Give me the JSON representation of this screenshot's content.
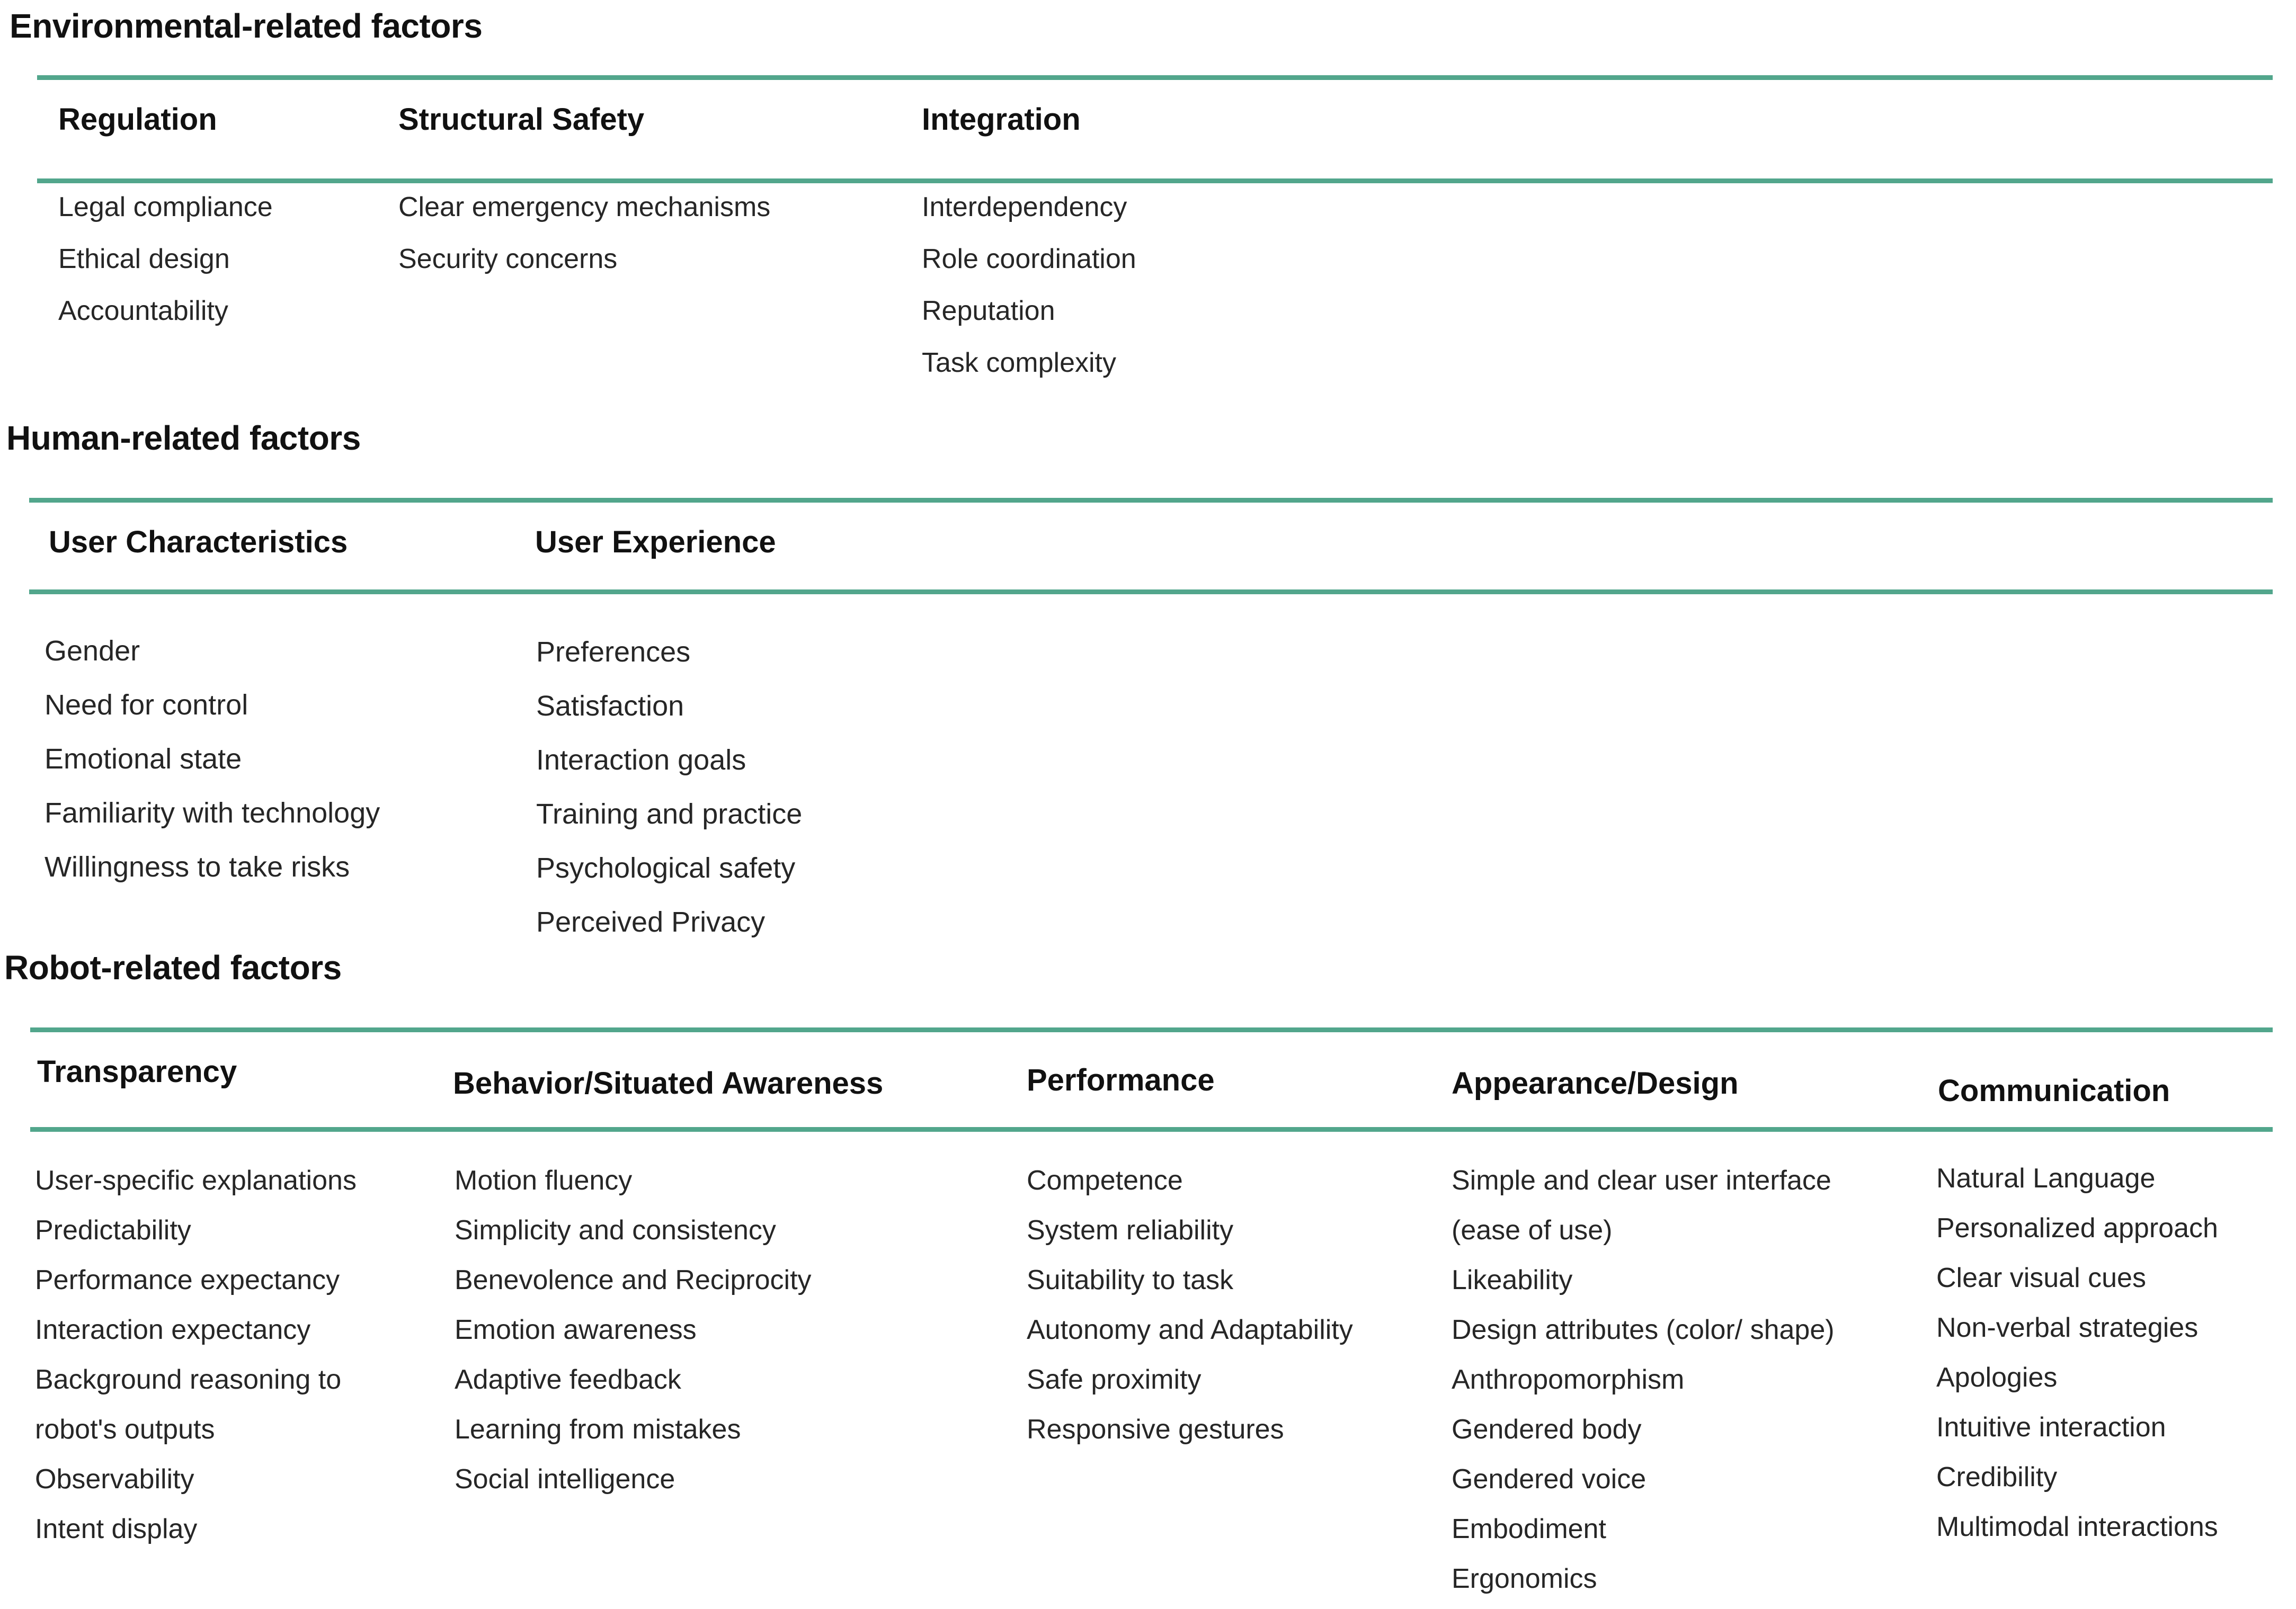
{
  "theme": {
    "accent_rule_color": "#52a68c",
    "text_color": "#262626",
    "heading_color": "#111111",
    "background": "#ffffff"
  },
  "sections": [
    {
      "id": "environmental",
      "title": "Environmental-related factors",
      "columns": [
        {
          "header": "Regulation",
          "items": [
            "Legal compliance",
            "Ethical design",
            "Accountability"
          ]
        },
        {
          "header": "Structural Safety",
          "items": [
            "Clear emergency mechanisms",
            "Security concerns"
          ]
        },
        {
          "header": "Integration",
          "items": [
            "Interdependency",
            "Role coordination",
            "Reputation",
            "Task complexity"
          ]
        }
      ]
    },
    {
      "id": "human",
      "title": "Human-related factors",
      "columns": [
        {
          "header": "User Characteristics",
          "items": [
            "Gender",
            "Need for control",
            "Emotional state",
            "Familiarity with technology",
            "Willingness to take risks"
          ]
        },
        {
          "header": "User Experience",
          "items": [
            "Preferences",
            "Satisfaction",
            "Interaction goals",
            "Training and practice",
            "Psychological safety",
            "Perceived Privacy"
          ]
        }
      ]
    },
    {
      "id": "robot",
      "title": "Robot-related factors",
      "columns": [
        {
          "header": "Transparency",
          "items": [
            "User-specific explanations",
            "Predictability",
            "Performance expectancy",
            "Interaction expectancy",
            "Background reasoning to\nrobot's outputs",
            "Observability",
            "Intent display"
          ]
        },
        {
          "header": "Behavior/Situated Awareness",
          "items": [
            "Motion fluency",
            "Simplicity and consistency",
            "Benevolence and Reciprocity",
            "Emotion awareness",
            "Adaptive feedback",
            "Learning from mistakes",
            "Social intelligence"
          ]
        },
        {
          "header": "Performance",
          "items": [
            "Competence",
            "System reliability",
            "Suitability to task",
            "Autonomy and Adaptability",
            "Safe proximity",
            "Responsive gestures"
          ]
        },
        {
          "header": "Appearance/Design",
          "items": [
            "Simple and clear user interface\n(ease of use)",
            "Likeability",
            "Design attributes (color/ shape)",
            "Anthropomorphism",
            "Gendered body",
            "Gendered voice",
            "Embodiment",
            "Ergonomics"
          ]
        },
        {
          "header": "Communication",
          "items": [
            "Natural Language",
            "Personalized approach",
            "Clear visual cues",
            "Non-verbal strategies",
            "Apologies",
            "Intuitive interaction",
            "Credibility",
            "Multimodal interactions"
          ]
        }
      ]
    }
  ]
}
